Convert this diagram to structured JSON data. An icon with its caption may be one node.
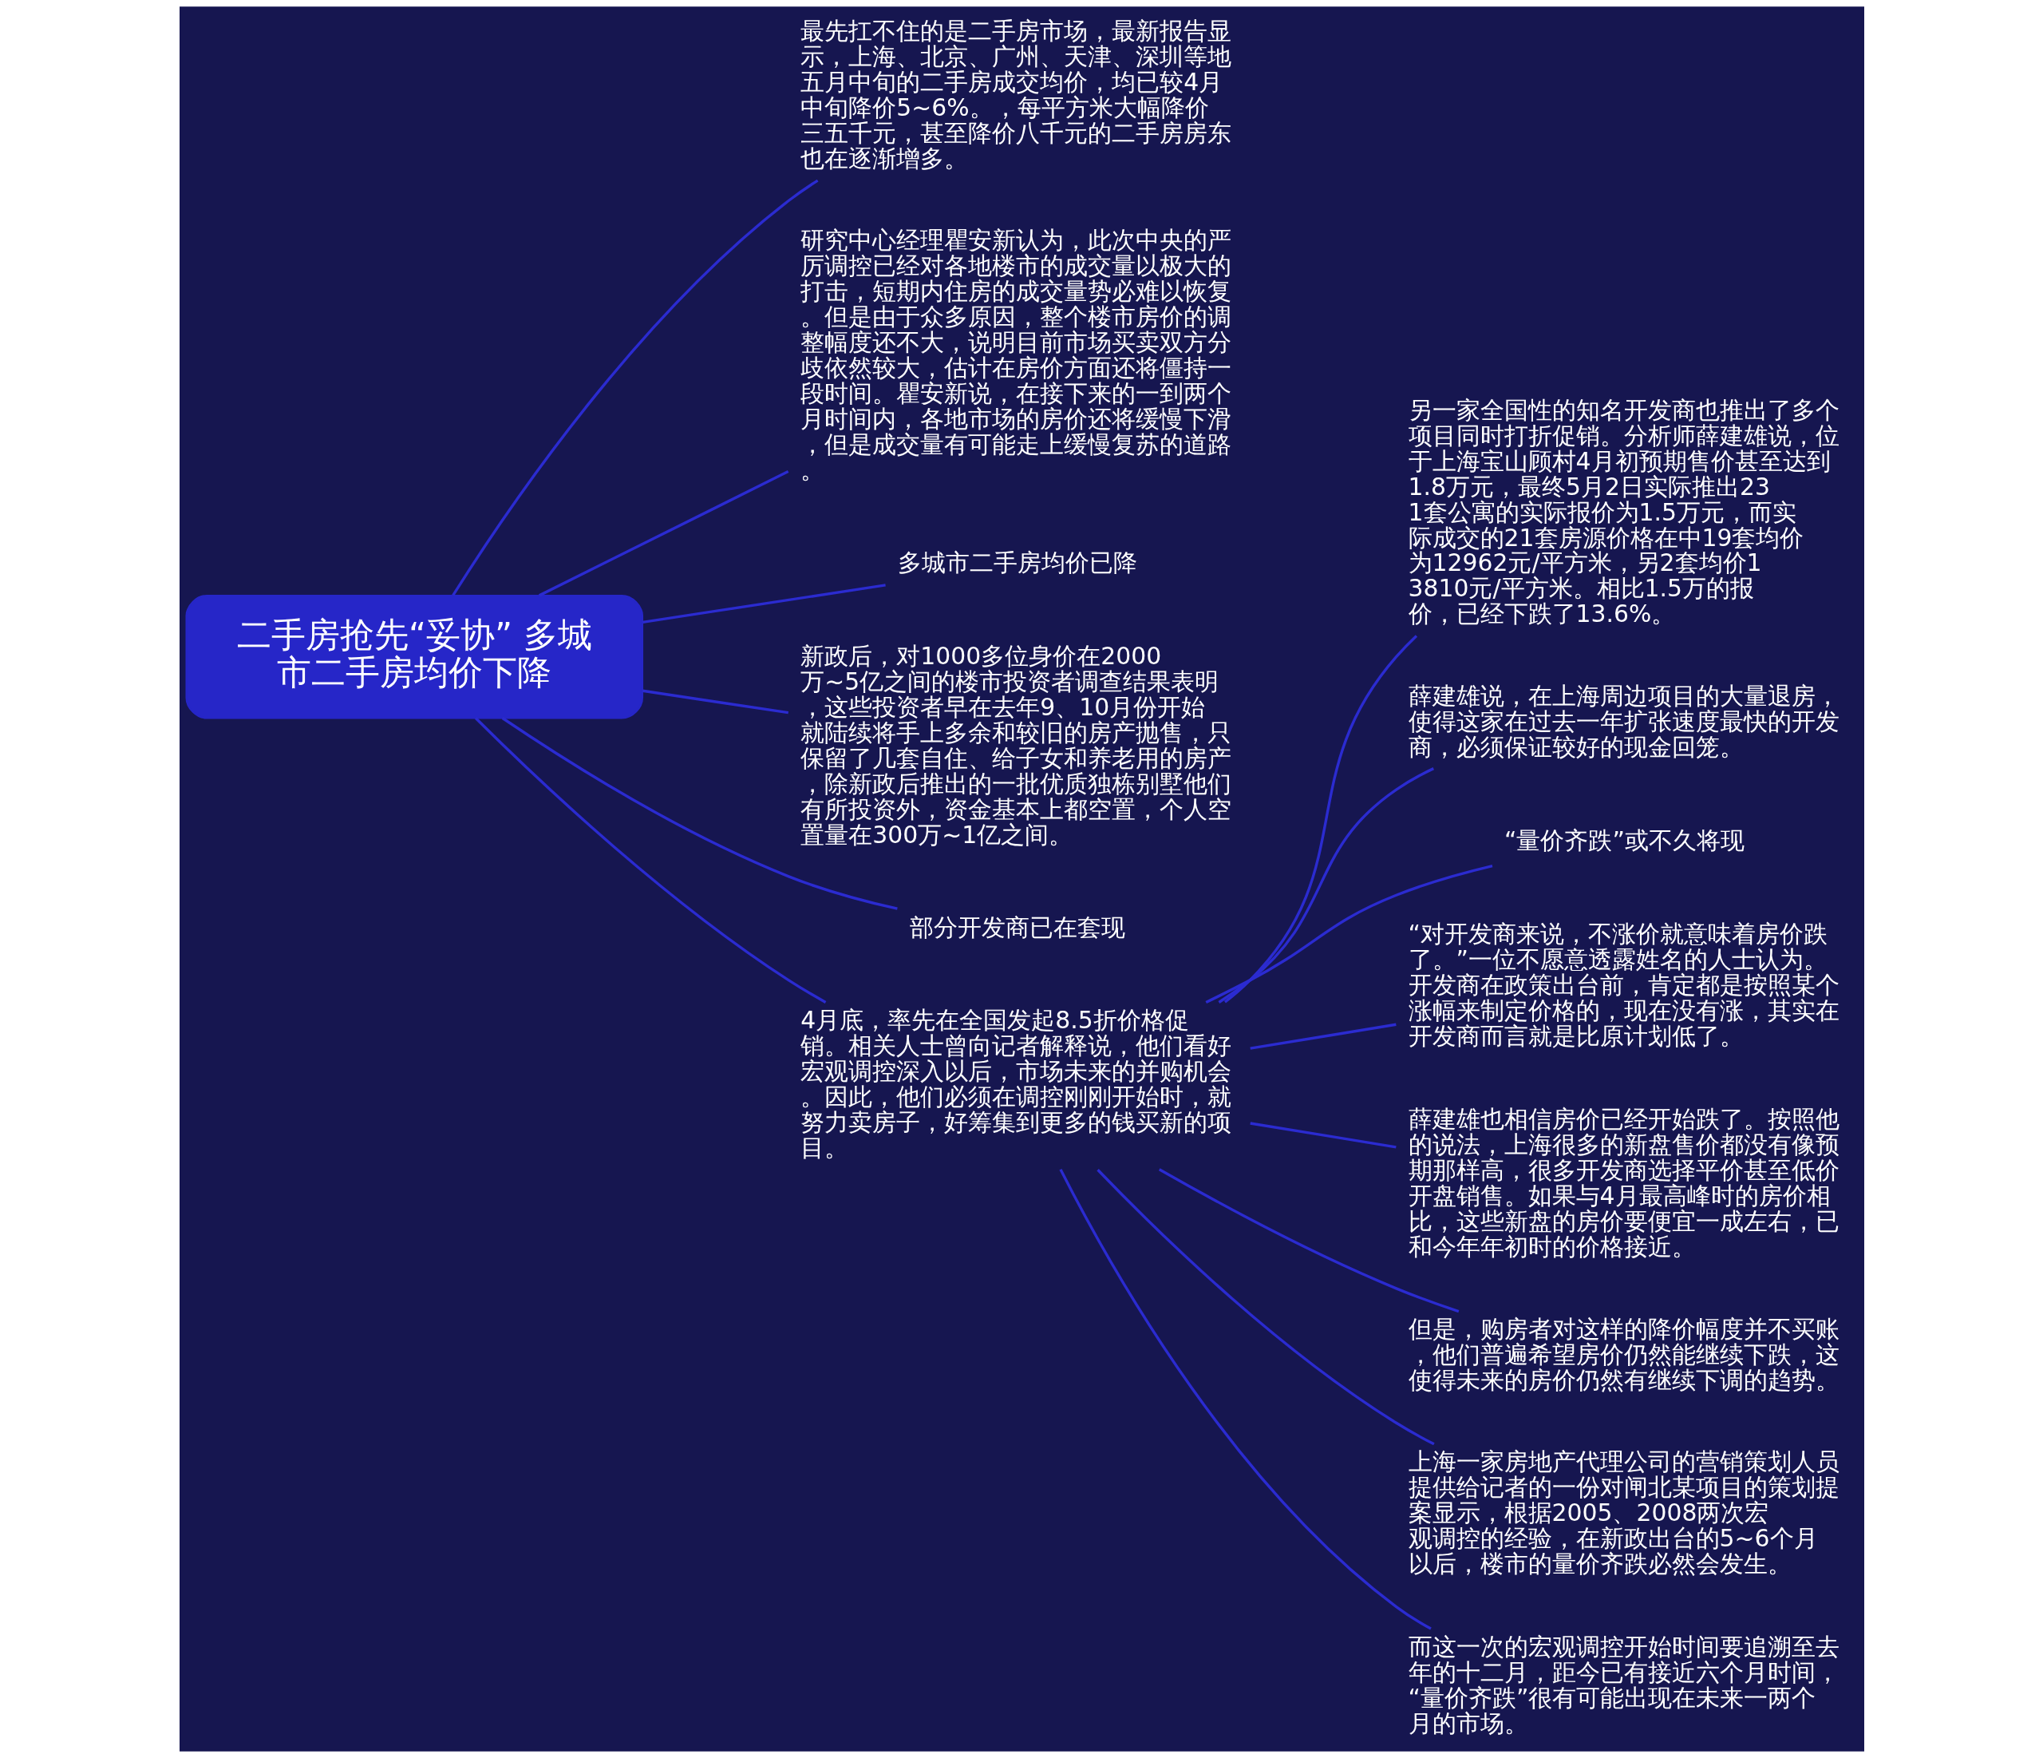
{
  "diagram": {
    "nodes": [
      {
        "text": [
          "二手房抢先“妥协” 多城市二手房均价下降"
        ]
      },
      {
        "text": [
          "最先扛不住的是二手房市场，最新报告显示，上海、北京、广州、天津、深圳等地五月中旬的二手房成交均价，均已较4月中旬降价5~6%。，每平方米大幅降价三五千元，甚至降价八千元的二手房房东也在逐渐增多。"
        ]
      },
      {
        "text": [
          "研究中心经理瞿安新认为，此次中央的严厉调控已经对各地楼市的成交量以极大的打击，短期内住房的成交量势必难以恢复。但是由于众多原因，整个楼市房价的调整幅度还不大，说明目前市场买卖双方分歧依然较大，估计在房价方面还将僵持一段时间。瞿安新说，在接下来的一到两个月时间内，各地市场的房价还将缓慢下滑，但是成交量有可能走上缓慢复苏的道路。"
        ]
      },
      {
        "text": [
          "多城市二手房均价已降"
        ]
      },
      {
        "text": [
          "新政后，对1000多位身价在2000万~5亿之间的楼市投资者调查结果表明，这些投资者早在去年9、10月份开始就陆续将手上多余和较旧的房产抛售，只保留了几套自住、给子女和养老用的房产，除新政后推出的一批优质独栋别墅他们有所投资外，资金基本上都空置，个人空置量在300万~1亿之间。"
        ]
      },
      {
        "text": [
          "部分开发商已在套现"
        ]
      },
      {
        "text": [
          "4月底，率先在全国发起8.5折价格促销。相关人士曾向记者解释说，他们看好宏观调控深入以后，市场未来的并购机会。因此，他们必须在调控刚刚开始时，就努力卖房子，好筹集到更多的钱买新的项目。"
        ]
      },
      {
        "text": [
          "另一家全国性的知名开发商也推出了多个项目同时打折促销。分析师薛建雄说，位于上海宝山顾村4月初预期售价甚至达到1.8万元，最终5月2日实际推出231套公寓的实际报价为1.5万元，而实际成交的21套房源价格在中19套均价为12962元/平方米，另2套均价13810元/平方米。相比1.5万的报价，已经下跌了13.6%。"
        ]
      },
      {
        "text": [
          "薛建雄说，在上海周边项目的大量退房，使得这家在过去一年扩张速度最快的开发商，必须保证较好的现金回笼。"
        ]
      },
      {
        "text": [
          "“量价齐跌”或不久将现"
        ]
      },
      {
        "text": [
          "“对开发商来说，不涨价就意味着房价跌了。”一位不愿意透露姓名的人士认为。开发商在政策出台前，肯定都是按照某个涨幅来制定价格的，现在没有涨，其实在开发商而言就是比原计划低了。"
        ]
      },
      {
        "text": [
          "薛建雄也相信房价已经开始跌了。按照他的说法，上海很多的新盘售价都没有像预期那样高，很多开发商选择平价甚至低价开盘销售。如果与4月最高峰时的房价相比，这些新盘的房价要便宜一成左右，已和今年年初时的价格接近。"
        ]
      },
      {
        "text": [
          "但是，购房者对这样的降价幅度并不买账，他们普遍希望房价仍然能继续下跌，这使得未来的房价仍然有继续下调的趋势。"
        ]
      },
      {
        "text": [
          "上海一家房地产代理公司的营销策划人员提供给记者的一份对闸北某项目的策划提案显示，根据2005、2008两次宏观调控的经验，在新政出台的5~6个月以后，楼市的量价齐跌必然会发生。"
        ]
      },
      {
        "text": [
          "而这一次的宏观调控开始时间要追溯至去年的十二月，距今已有接近六个月时间，“量价齐跌”很有可能出现在未来一两个月的市场。"
        ]
      }
    ],
    "edges": [
      {
        "from": 0,
        "to": 1,
        "arrow": "none"
      },
      {
        "from": 0,
        "to": 2,
        "arrow": "none"
      },
      {
        "from": 0,
        "to": 3,
        "arrow": "none"
      },
      {
        "from": 0,
        "to": 4,
        "arrow": "none"
      },
      {
        "from": 0,
        "to": 5,
        "arrow": "none"
      },
      {
        "from": 0,
        "to": 6,
        "arrow": "none"
      },
      {
        "from": 6,
        "to": 7,
        "arrow": "none"
      },
      {
        "from": 6,
        "to": 8,
        "arrow": "none"
      },
      {
        "from": 6,
        "to": 9,
        "arrow": "none"
      },
      {
        "from": 6,
        "to": 10,
        "arrow": "none"
      },
      {
        "from": 6,
        "to": 11,
        "arrow": "none"
      },
      {
        "from": 6,
        "to": 12,
        "arrow": "none"
      },
      {
        "from": 6,
        "to": 13,
        "arrow": "none"
      },
      {
        "from": 6,
        "to": 14,
        "arrow": "none"
      }
    ]
  }
}
